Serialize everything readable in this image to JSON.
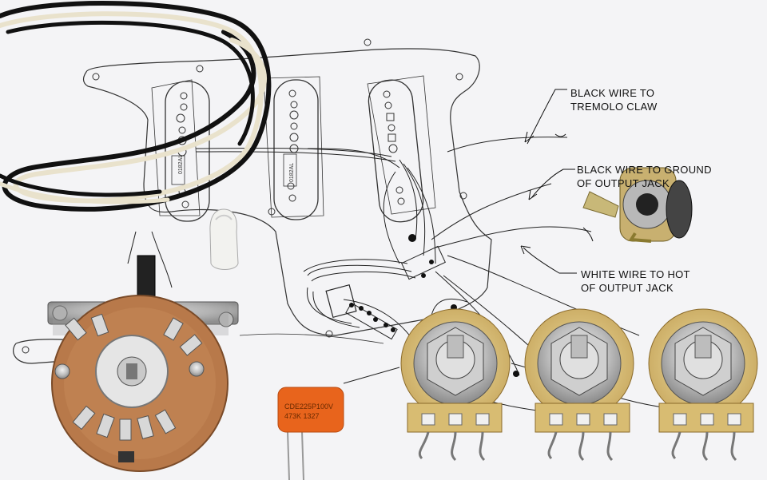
{
  "diagram": {
    "callouts": {
      "tremolo": {
        "line1": "BLACK WIRE TO",
        "line2": "TREMOLO CLAW"
      },
      "ground": {
        "line1": "BLACK WIRE TO GROUND",
        "line2": "OF OUTPUT JACK"
      },
      "hot": {
        "line1": "WHITE WIRE TO HOT",
        "line2": "OF OUTPUT JACK"
      }
    },
    "pickup_labels": [
      "0182AL",
      "0182AL"
    ],
    "capacitor": {
      "line1": "CDE225P100V",
      "line2": "473K 1327"
    }
  },
  "colors": {
    "paper": "#f4f4f6",
    "line": "#222222",
    "switch_board": "#b8794a",
    "capacitor": "#e8641c",
    "pot_board": "#d8bc72",
    "pot_metal": "#c9c9c9",
    "wire_white": "#e9e2cc"
  }
}
